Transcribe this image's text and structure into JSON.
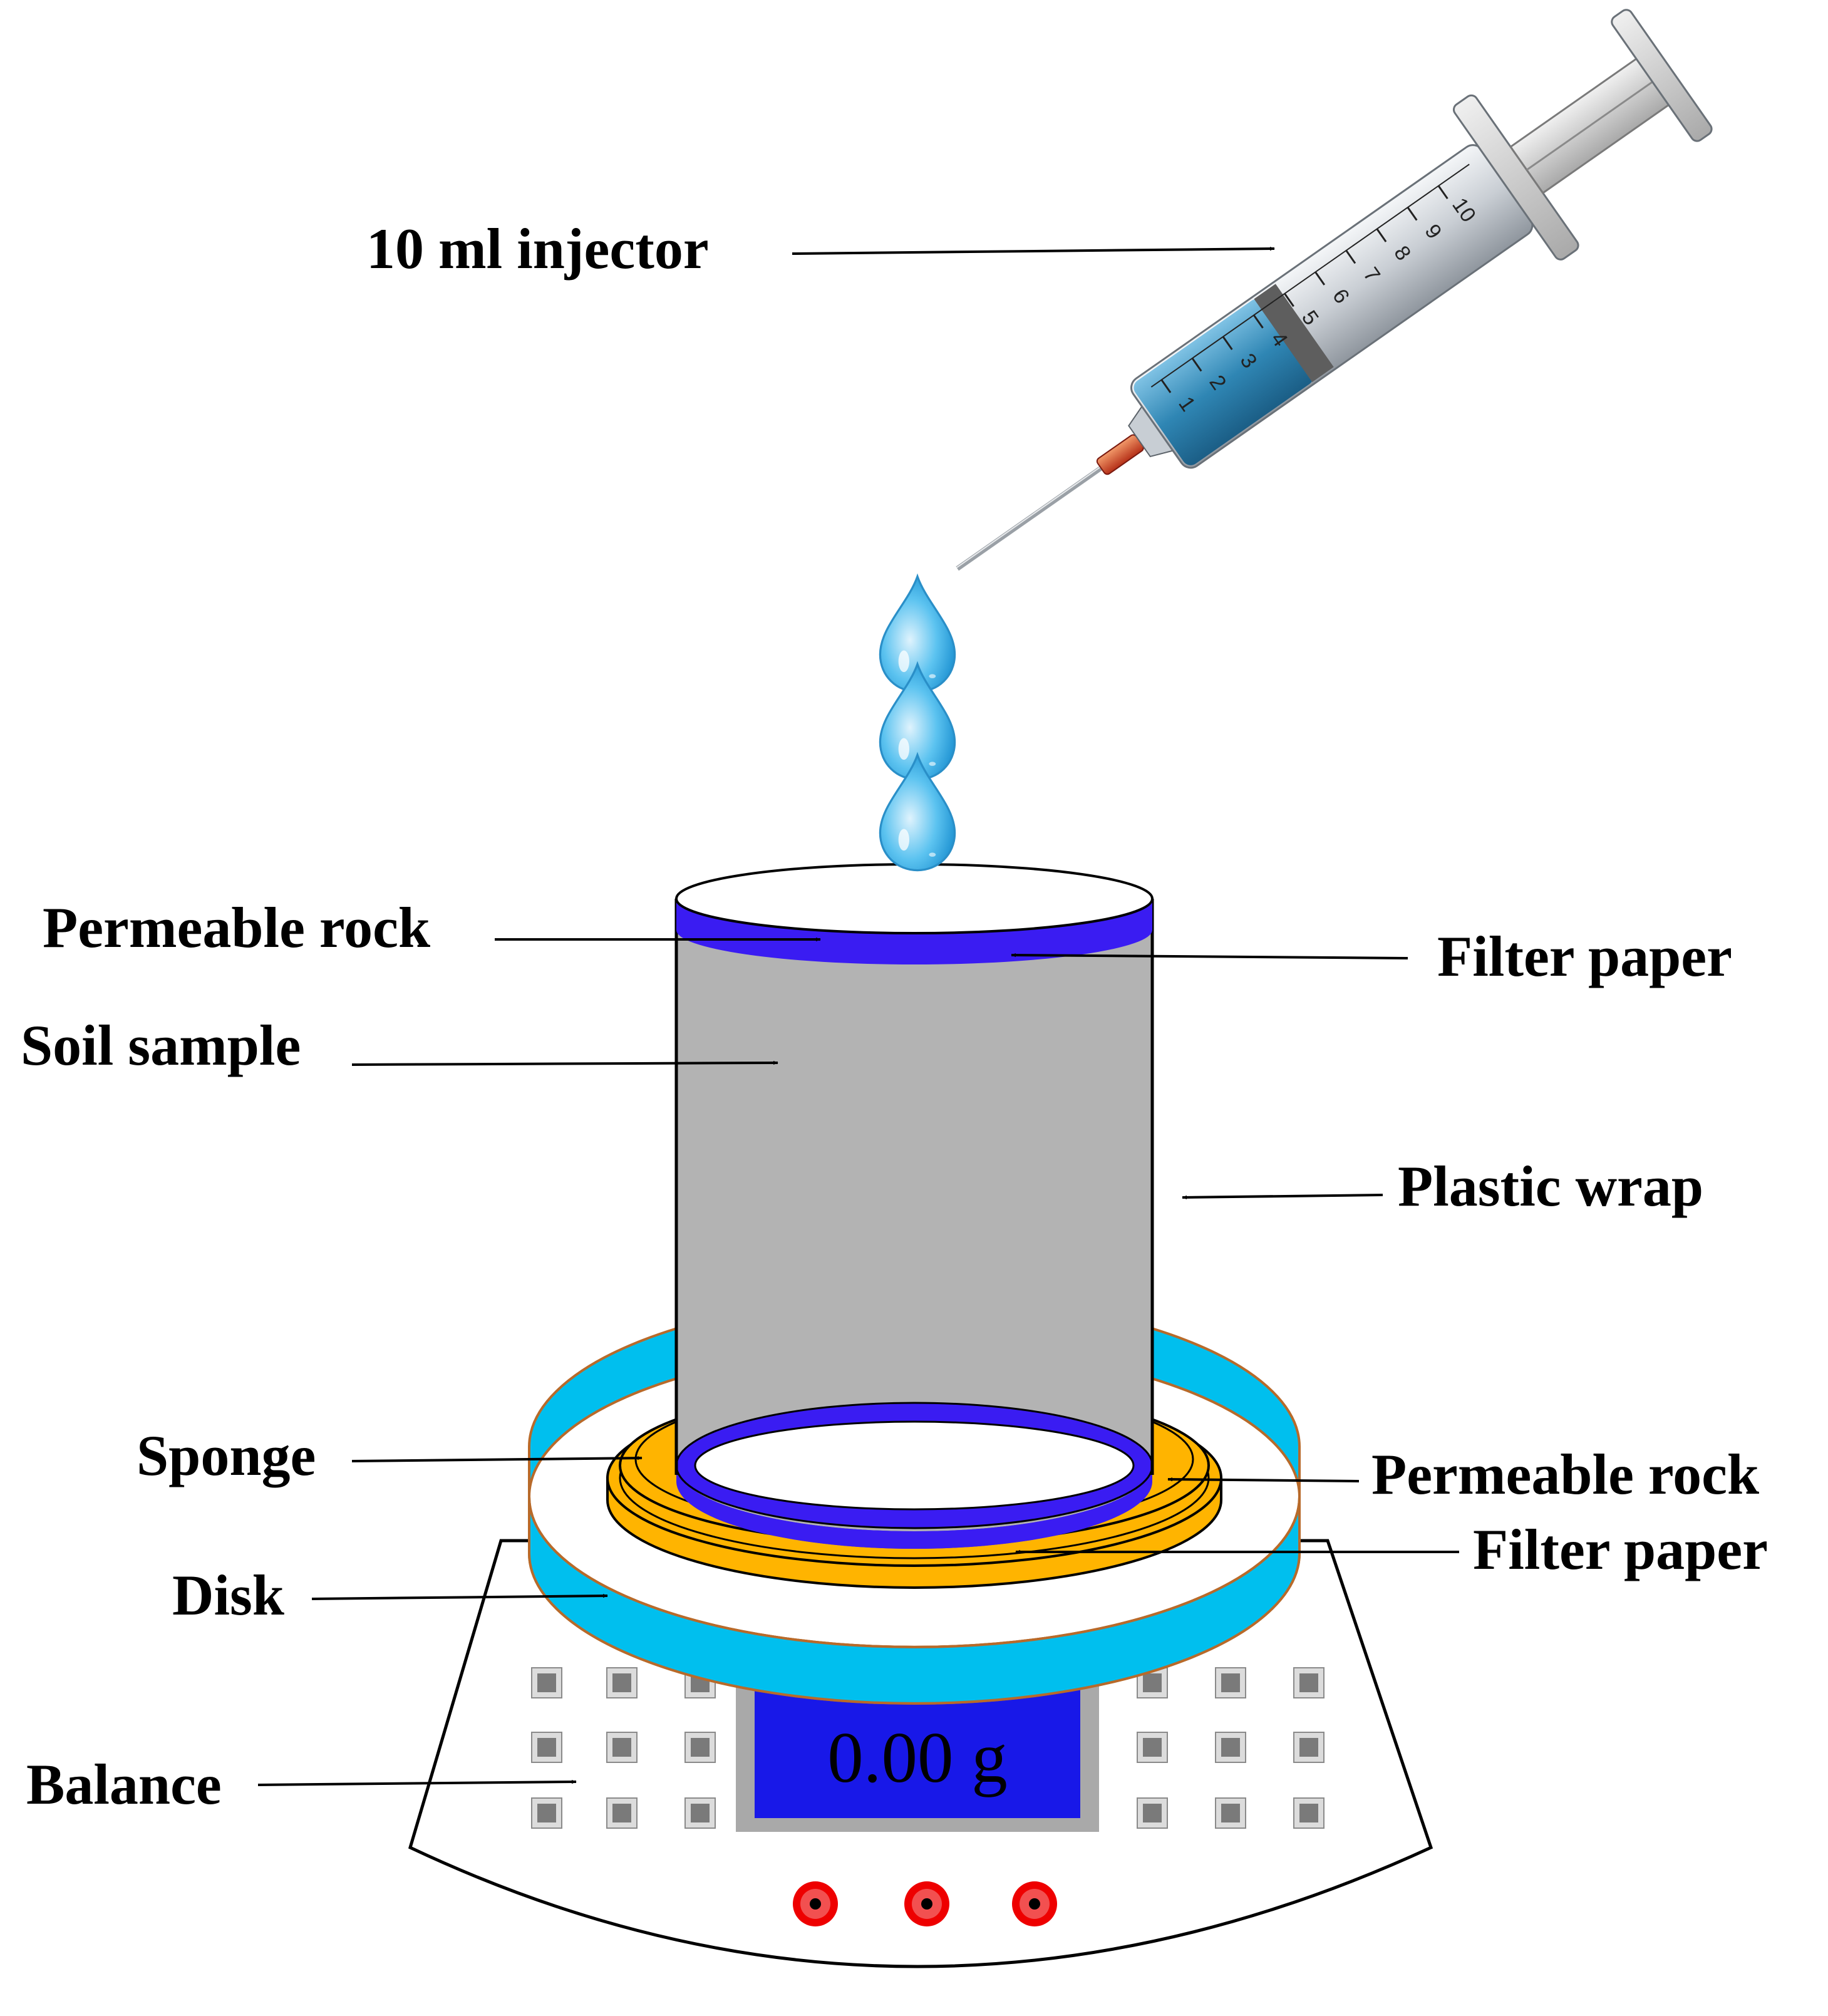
{
  "labels": {
    "injector": "10 ml injector",
    "permeable_rock_top": "Permeable rock",
    "filter_paper_top": "Filter paper",
    "soil_sample": "Soil sample",
    "plastic_wrap": "Plastic wrap",
    "sponge": "Sponge",
    "permeable_rock_bottom": "Permeable rock",
    "filter_paper_bottom": "Filter paper",
    "disk": "Disk",
    "balance": "Balance"
  },
  "display": {
    "reading": "0.00 g"
  },
  "syringe": {
    "scale": [
      "1",
      "2",
      "3",
      "4",
      "5",
      "6",
      "7",
      "8",
      "9",
      "10"
    ]
  },
  "colors": {
    "permeable_rock": "#3a1cf2",
    "soil": "#b3b3b3",
    "disk": "#00bfee",
    "filter_paper": "#ffb400",
    "display": "#1818e8",
    "buttons": "#ee0000",
    "water": "#3aaee8"
  }
}
